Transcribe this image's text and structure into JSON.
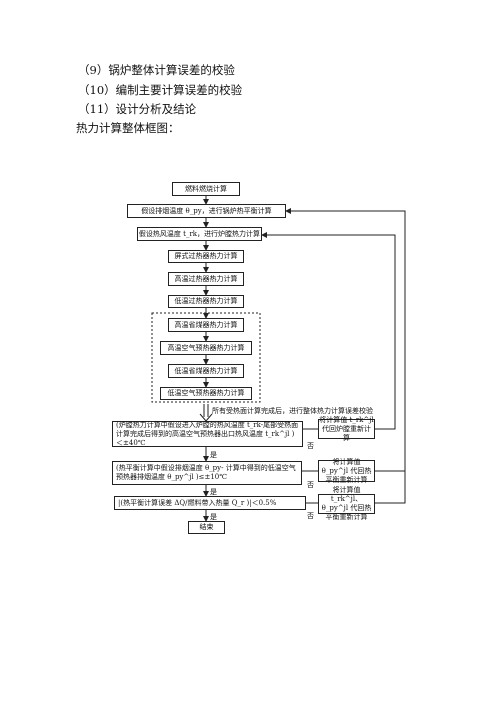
{
  "text_lines": [
    "（9）锅炉整体计算误差的校验",
    "（10）编制主要计算误差的校验",
    "（11）设计分析及结论",
    "热力计算整体框图："
  ],
  "flow": {
    "b1": "燃料燃烧计算",
    "b2": "假设排烟温度 θ_py，进行锅炉热平衡计算",
    "b3": "假设热风温度 t_rk，进行炉膛热力计算",
    "b4": "屏式过热器热力计算",
    "b5": "高温过热器热力计算",
    "b6": "低温过热器热力计算",
    "b7": "高温省煤器热力计算",
    "b8": "高温空气预热器热力计算",
    "b9": "低温省煤器热力计算",
    "b10": "低温空气预热器热力计算",
    "note": "所有受热面计算完成后，进行整体热力计算误差校验",
    "b11": "(炉膛热力计算中假设进入炉膛的热风温度 t_rk-尾部受热面计算完成后得到的高温空气预热器出口热风温度 t_rk^jl )＜±40℃",
    "b12": "(热平衡计算中假设排烟温度 θ_py- 计算中得到的低温空气预热器排烟温度 θ_py^jl )≤±10℃",
    "b13": "|(热平衡计算误差 ΔQ/燃料带入热量 Q_r )|＜0.5%",
    "b14": "结束",
    "r1": "将计算值 t_rk^jl 代回炉膛重新计算",
    "r2": "将计算值 θ_py^jl 代回热平衡重新计算",
    "r3": "将计算值 t_rk^jl、θ_py^jl 代回热平衡重新计算",
    "yes": "是",
    "no": "否"
  }
}
